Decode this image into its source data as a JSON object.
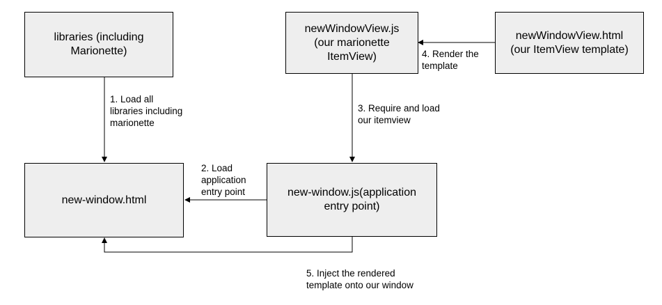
{
  "nodes": {
    "libraries": "libraries (including\nMarionette)",
    "new_window_view_js": "newWindowView.js\n(our marionette\nItemView)",
    "new_window_view_html": "newWindowView.html\n(our ItemView template)",
    "new_window_html": "new-window.html",
    "new_window_js": "new-window.js(application\nentry point)"
  },
  "edges": {
    "step1": "1. Load all\nlibraries including\nmarionette",
    "step2": "2. Load\napplication\nentry point",
    "step3": "3. Require and load\nour itemview",
    "step4": "4. Render the\ntemplate",
    "step5": "5. Inject the rendered\ntemplate onto our window"
  }
}
